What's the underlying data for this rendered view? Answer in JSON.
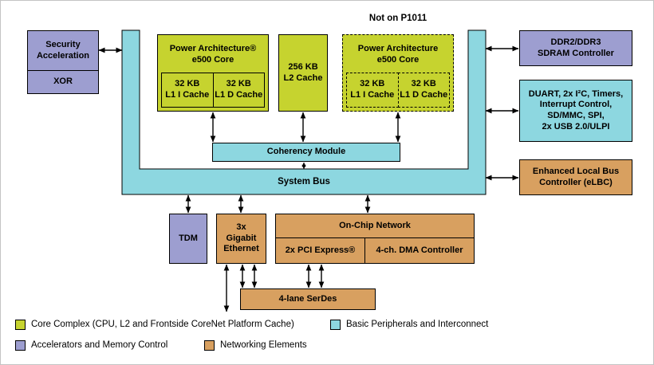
{
  "note": "Not on P1011",
  "colors": {
    "green": "#c6d32f",
    "teal": "#8dd7e0",
    "purple": "#9d9ed0",
    "orange": "#d8a060"
  },
  "blocks": {
    "security": "Security\nAcceleration",
    "xor": "XOR",
    "core1_title": "Power Architecture®\ne500 Core",
    "core2_title": "Power Architecture\ne500 Core",
    "l1i": "32 KB\nL1 I Cache",
    "l1d": "32 KB\nL1 D Cache",
    "l2": "256 KB\nL2 Cache",
    "coherency": "Coherency Module",
    "system_bus": "System Bus",
    "ddr": "DDR2/DDR3\nSDRAM Controller",
    "duart": "DUART, 2x I²C, Timers,\nInterrupt Control,\nSD/MMC, SPI,\n2x USB 2.0/ULPI",
    "elbc": "Enhanced Local Bus\nController (eLBC)",
    "tdm": "TDM",
    "ethernet": "3x\nGigabit\nEthernet",
    "ocn": "On-Chip Network",
    "pcie": "2x PCI Express®",
    "dma": "4-ch. DMA Controller",
    "serdes": "4-lane SerDes"
  },
  "legend": [
    {
      "label": "Core Complex (CPU, L2 and Frontside CoreNet Platform Cache)",
      "color": "#c6d32f"
    },
    {
      "label": "Basic Peripherals and Interconnect",
      "color": "#8dd7e0"
    },
    {
      "label": "Accelerators and Memory Control",
      "color": "#9d9ed0"
    },
    {
      "label": "Networking Elements",
      "color": "#d8a060"
    }
  ]
}
